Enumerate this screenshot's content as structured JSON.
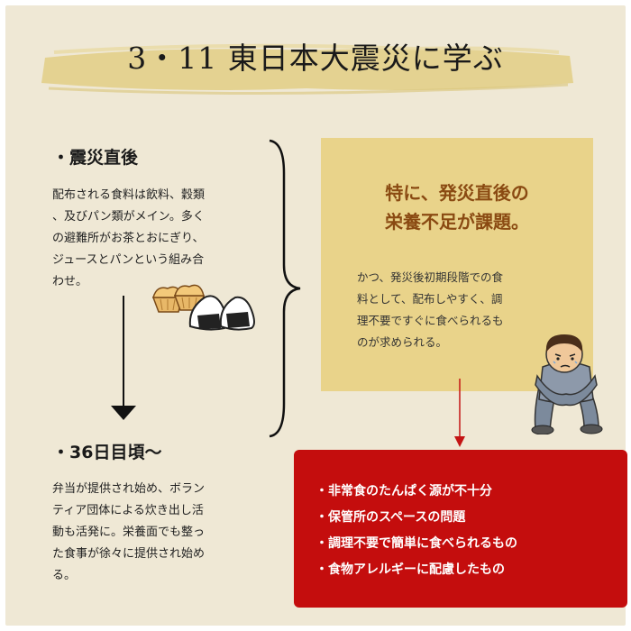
{
  "title": "3・11 東日本大震災に学ぶ",
  "colors": {
    "background": "#efe8d5",
    "brush": "#e2cf8a",
    "yellow_box": "#e9d38a",
    "yellow_heading": "#8a4a12",
    "red_box": "#c40d0d",
    "arrow_red": "#c41414"
  },
  "section1": {
    "heading": "・震災直後",
    "lines": [
      "配布される食料は飲料、穀類",
      "、及びパン類がメイン。多く",
      "の避難所がお茶とおにぎり、",
      "ジュースとパンという組み合",
      "わせ。"
    ]
  },
  "section2": {
    "heading": "・36日目頃～",
    "lines": [
      "弁当が提供され始め、ボラン",
      "ティア団体による炊き出し活",
      "動も活発に。栄養面でも整っ",
      "た食事が徐々に提供され始め",
      "る。"
    ]
  },
  "highlight": {
    "heading_lines": [
      "特に、発災直後の",
      "栄養不足が課題。"
    ],
    "lines": [
      "かつ、発災後初期段階での食",
      "料として、配布しやすく、調",
      "理不要ですぐに食べられるも",
      "のが求められる。"
    ]
  },
  "issues": [
    "・非常食のたんぱく源が不十分",
    "・保管所のスペースの問題",
    "・調理不要で簡単に食べられるもの",
    "・食物アレルギーに配慮したもの"
  ],
  "icons": [
    "bread-icon",
    "onigiri-icon",
    "worried-person-icon"
  ]
}
